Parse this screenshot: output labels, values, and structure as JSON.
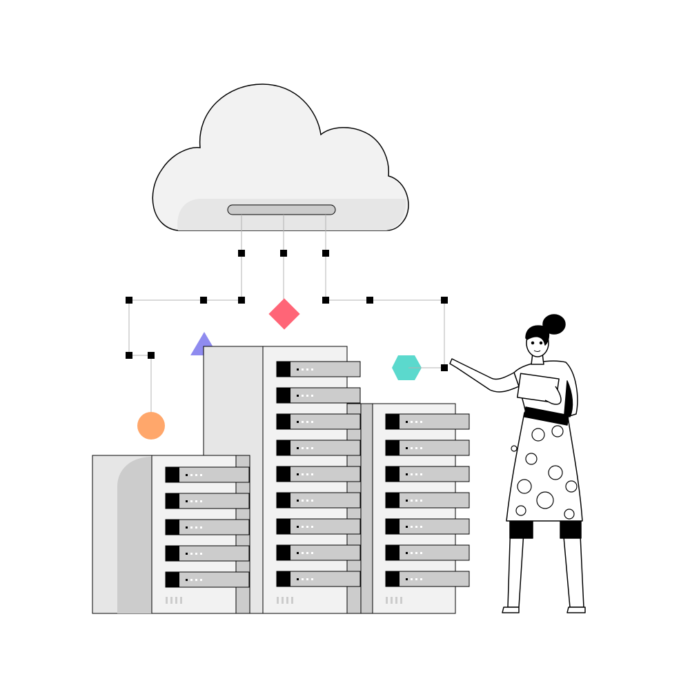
{
  "illustration": {
    "subject": "cloud-server-network",
    "colors": {
      "outline": "#000000",
      "panel_light": "#f2f2f2",
      "panel_mid": "#e6e6e6",
      "panel_dark": "#cccccc",
      "connector": "#b3b3b3",
      "diamond": "#ff6577",
      "triangle": "#8f8bef",
      "circle": "#ffa76b",
      "hexagon": "#5bd9cd"
    },
    "racks": [
      {
        "slots": 5
      },
      {
        "slots": 9
      },
      {
        "slots": 7
      }
    ]
  }
}
